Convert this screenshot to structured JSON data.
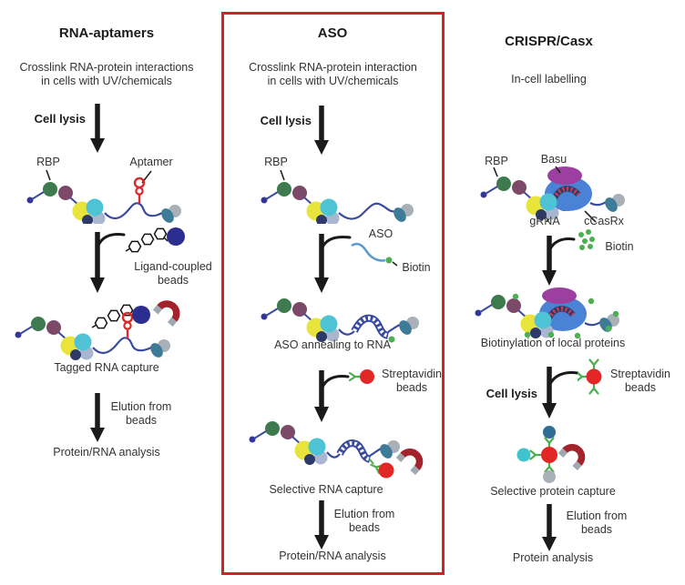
{
  "panels": {
    "rna_aptamers": {
      "title": "RNA-aptamers",
      "subtitle": "Crosslink RNA-protein interactions\nin cells with UV/chemicals",
      "step_cell_lysis": "Cell lysis",
      "label_rbp": "RBP",
      "label_aptamer": "Aptamer",
      "label_ligand_beads": "Ligand-coupled\nbeads",
      "caption_tagged_capture": "Tagged RNA capture",
      "step_elution": "Elution from\nbeads",
      "caption_analysis": "Protein/RNA analysis"
    },
    "aso": {
      "title": "ASO",
      "subtitle": "Crosslink RNA-protein interaction\nin cells with UV/chemicals",
      "step_cell_lysis": "Cell lysis",
      "label_rbp": "RBP",
      "label_aso": "ASO",
      "label_biotin": "Biotin",
      "caption_annealing": "ASO annealing to RNA",
      "label_streptavidin_beads": "Streptavidin\nbeads",
      "caption_selective_capture": "Selective RNA capture",
      "step_elution": "Elution from\nbeads",
      "caption_analysis": "Protein/RNA analysis"
    },
    "crispr_casx": {
      "title": "CRISPR/Casx",
      "subtitle": "In-cell labelling",
      "label_rbp": "RBP",
      "label_basu": "Basu",
      "label_grna": "gRNA",
      "label_ccasrx": "cCasRx",
      "label_biotin": "Biotin",
      "caption_biotinylation": "Biotinylation of local proteins",
      "step_cell_lysis": "Cell lysis",
      "label_streptavidin_beads": "Streptavidin\nbeads",
      "caption_selective_capture": "Selective protein capture",
      "step_elution": "Elution from\nbeads",
      "caption_analysis": "Protein analysis"
    }
  },
  "colors": {
    "highlight_box_red": "#d42222",
    "rna_strand_blue": "#3a4a9e",
    "aso_strand_blue": "#5b9bd0",
    "aptamer_red": "#d92b2b",
    "biotin_green": "#4caf50",
    "ligand_bead_blue": "#2b2d8f",
    "streptavidin_bead_red": "#e32726",
    "magnet_red": "#a2232b",
    "basu_purple": "#9c3fa0",
    "ccasrx_blue": "#4a82d6",
    "arrow_black": "#1a1a1a"
  }
}
